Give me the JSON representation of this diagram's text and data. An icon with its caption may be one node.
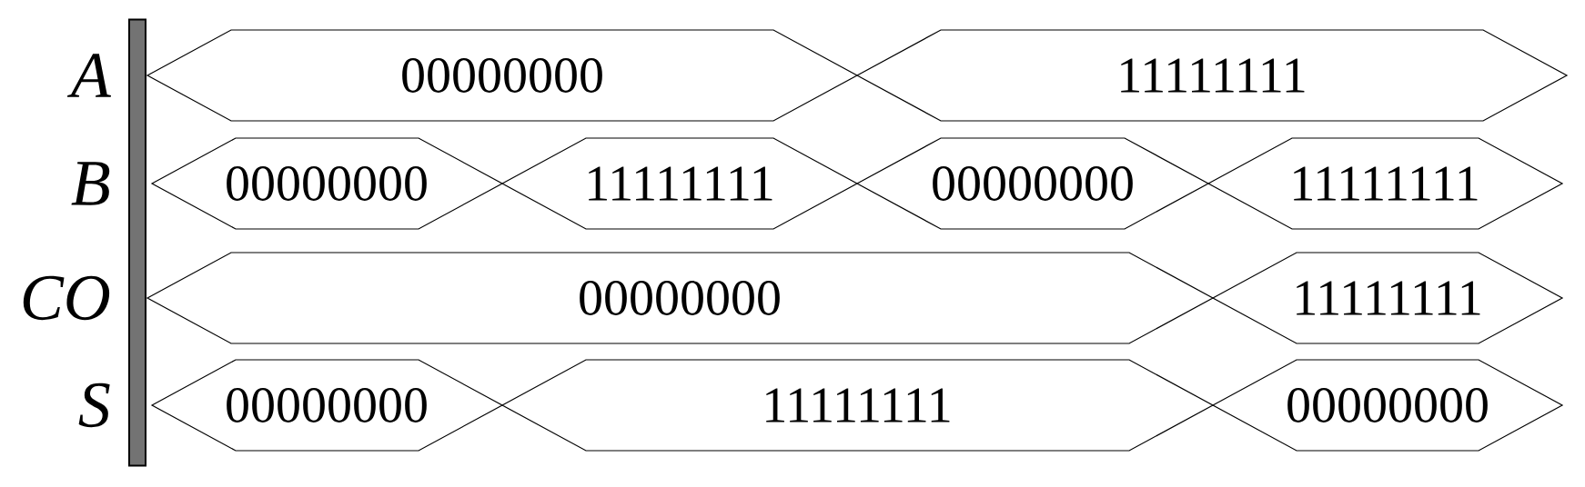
{
  "diagram": {
    "nodes": [
      {
        "text": [
          "00000000"
        ]
      },
      {
        "text": [
          "11111111"
        ]
      },
      {
        "text": [
          "00000000"
        ]
      },
      {
        "text": [
          "11111111"
        ]
      },
      {
        "text": [
          "00000000"
        ]
      },
      {
        "text": [
          "11111111"
        ]
      },
      {
        "text": [
          "00000000"
        ]
      },
      {
        "text": [
          "11111111"
        ]
      },
      {
        "text": [
          "00000000"
        ]
      },
      {
        "text": [
          "11111111"
        ]
      },
      {
        "text": [
          "00000000"
        ]
      },
      {
        "text": [],
        "shape": "bar"
      }
    ],
    "labels": [
      "A",
      "B",
      "CO",
      "S"
    ]
  }
}
